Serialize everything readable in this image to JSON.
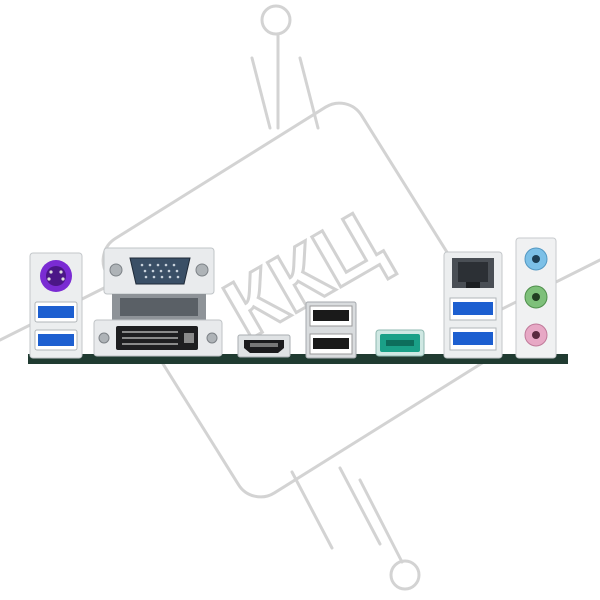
{
  "image": {
    "subject": "motherboard-rear-io-panel",
    "colors": {
      "background": "#ffffff",
      "pcb": "#1f3b2f",
      "bracket_steel": "#e6e8ea",
      "usb3_blue": "#1d5fd0",
      "ps2_purple": "#7a2bd3",
      "usb_black": "#1a1a1a",
      "usb_teal": "#1aa087",
      "audio_blue": "#7cc0e7",
      "audio_green": "#5ea85a",
      "audio_pink": "#e7a8c5"
    }
  },
  "watermark": {
    "text": "ККЦ",
    "color": "#c8c8c8"
  },
  "ports": [
    {
      "name": "ps2-port",
      "type": "PS/2"
    },
    {
      "name": "usb3-port",
      "count": 2,
      "color": "blue"
    },
    {
      "name": "vga-port",
      "type": "VGA"
    },
    {
      "name": "dvi-port",
      "type": "DVI"
    },
    {
      "name": "hdmi-port",
      "type": "HDMI"
    },
    {
      "name": "usb2-port",
      "count": 2,
      "color": "black"
    },
    {
      "name": "usb-teal-port",
      "count": 1,
      "color": "teal"
    },
    {
      "name": "ethernet-port",
      "type": "RJ45"
    },
    {
      "name": "usb3-port",
      "count": 2,
      "color": "blue"
    },
    {
      "name": "audio-jacks",
      "count": 3,
      "colors": [
        "blue",
        "green",
        "pink"
      ]
    }
  ]
}
